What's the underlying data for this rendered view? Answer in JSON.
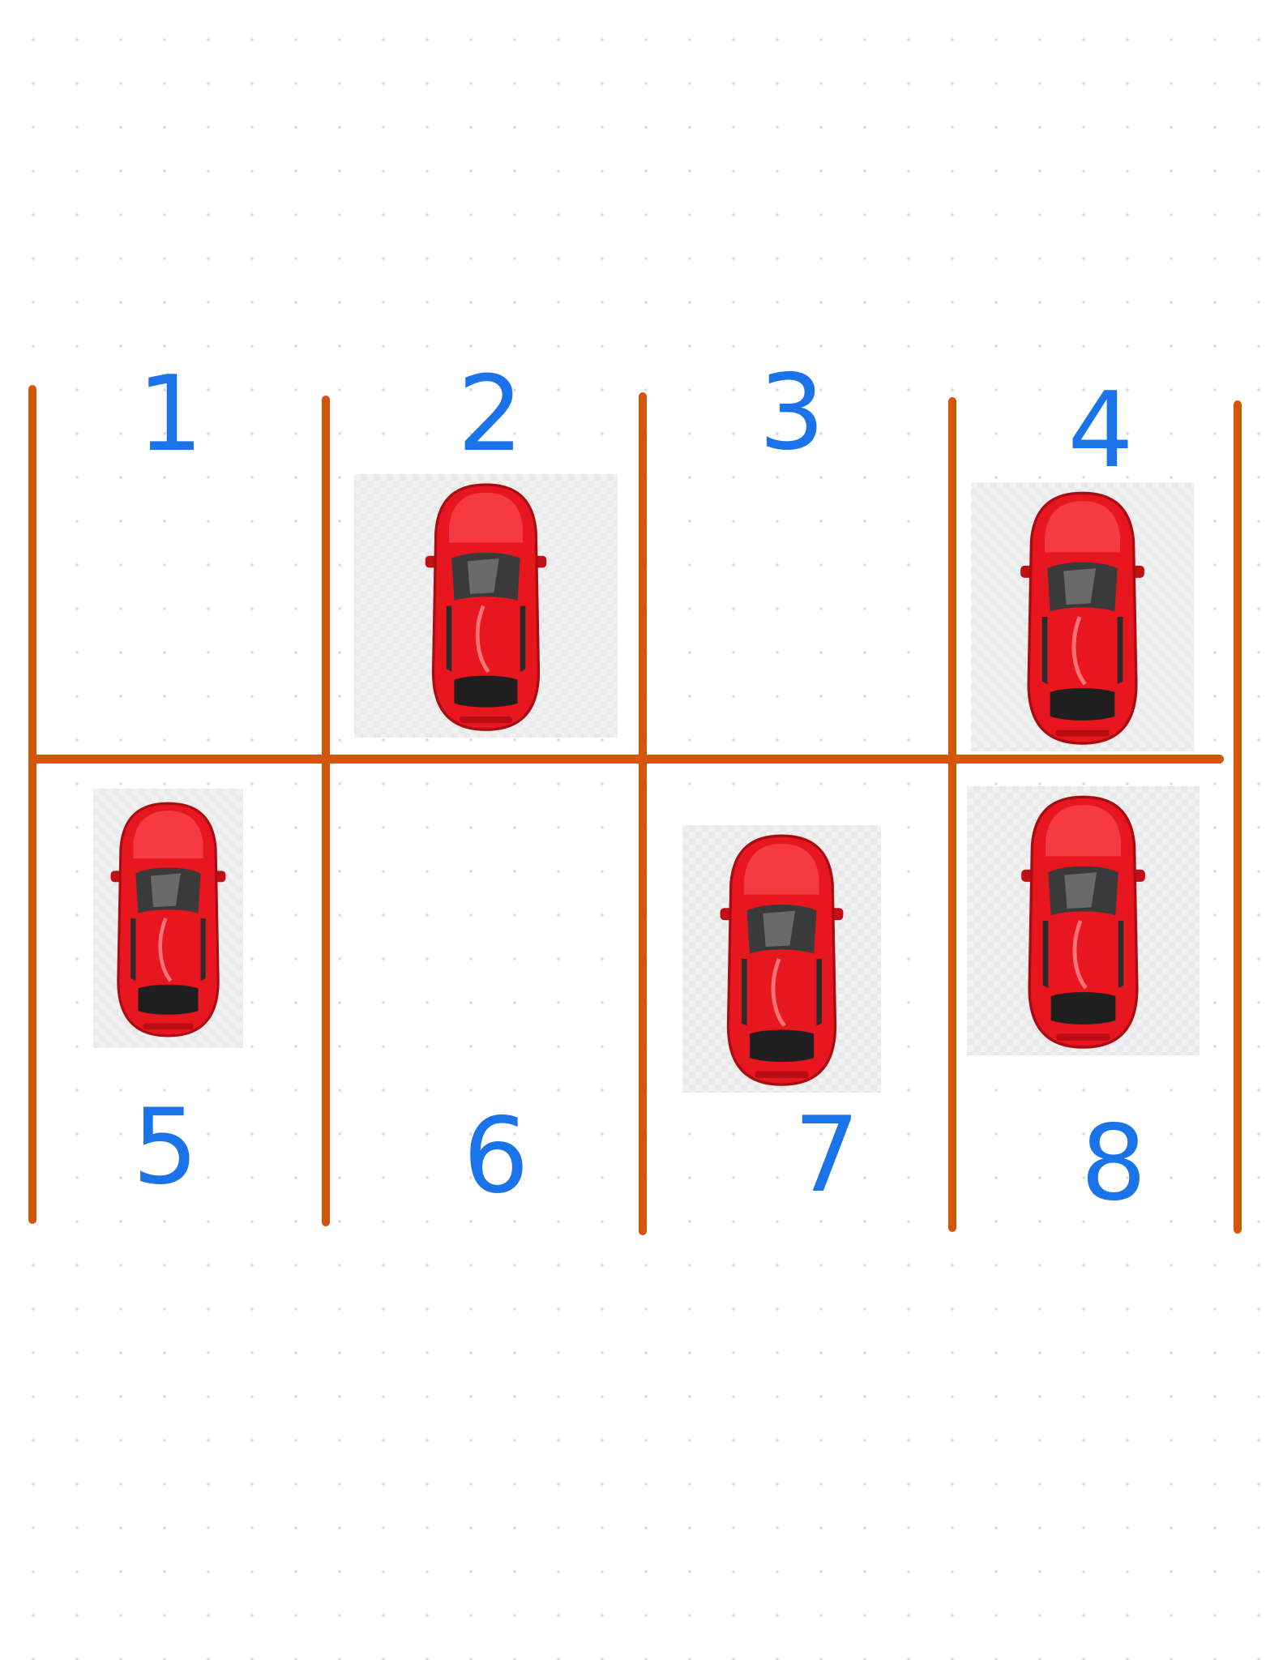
{
  "diagram": {
    "line_color": "#d4560c",
    "number_color": "#1a73e8",
    "car_color": "#e8161e",
    "spots": [
      {
        "label": "1",
        "occupied": false
      },
      {
        "label": "2",
        "occupied": true
      },
      {
        "label": "3",
        "occupied": false
      },
      {
        "label": "4",
        "occupied": true
      },
      {
        "label": "5",
        "occupied": true
      },
      {
        "label": "6",
        "occupied": false
      },
      {
        "label": "7",
        "occupied": true
      },
      {
        "label": "8",
        "occupied": true
      }
    ]
  }
}
